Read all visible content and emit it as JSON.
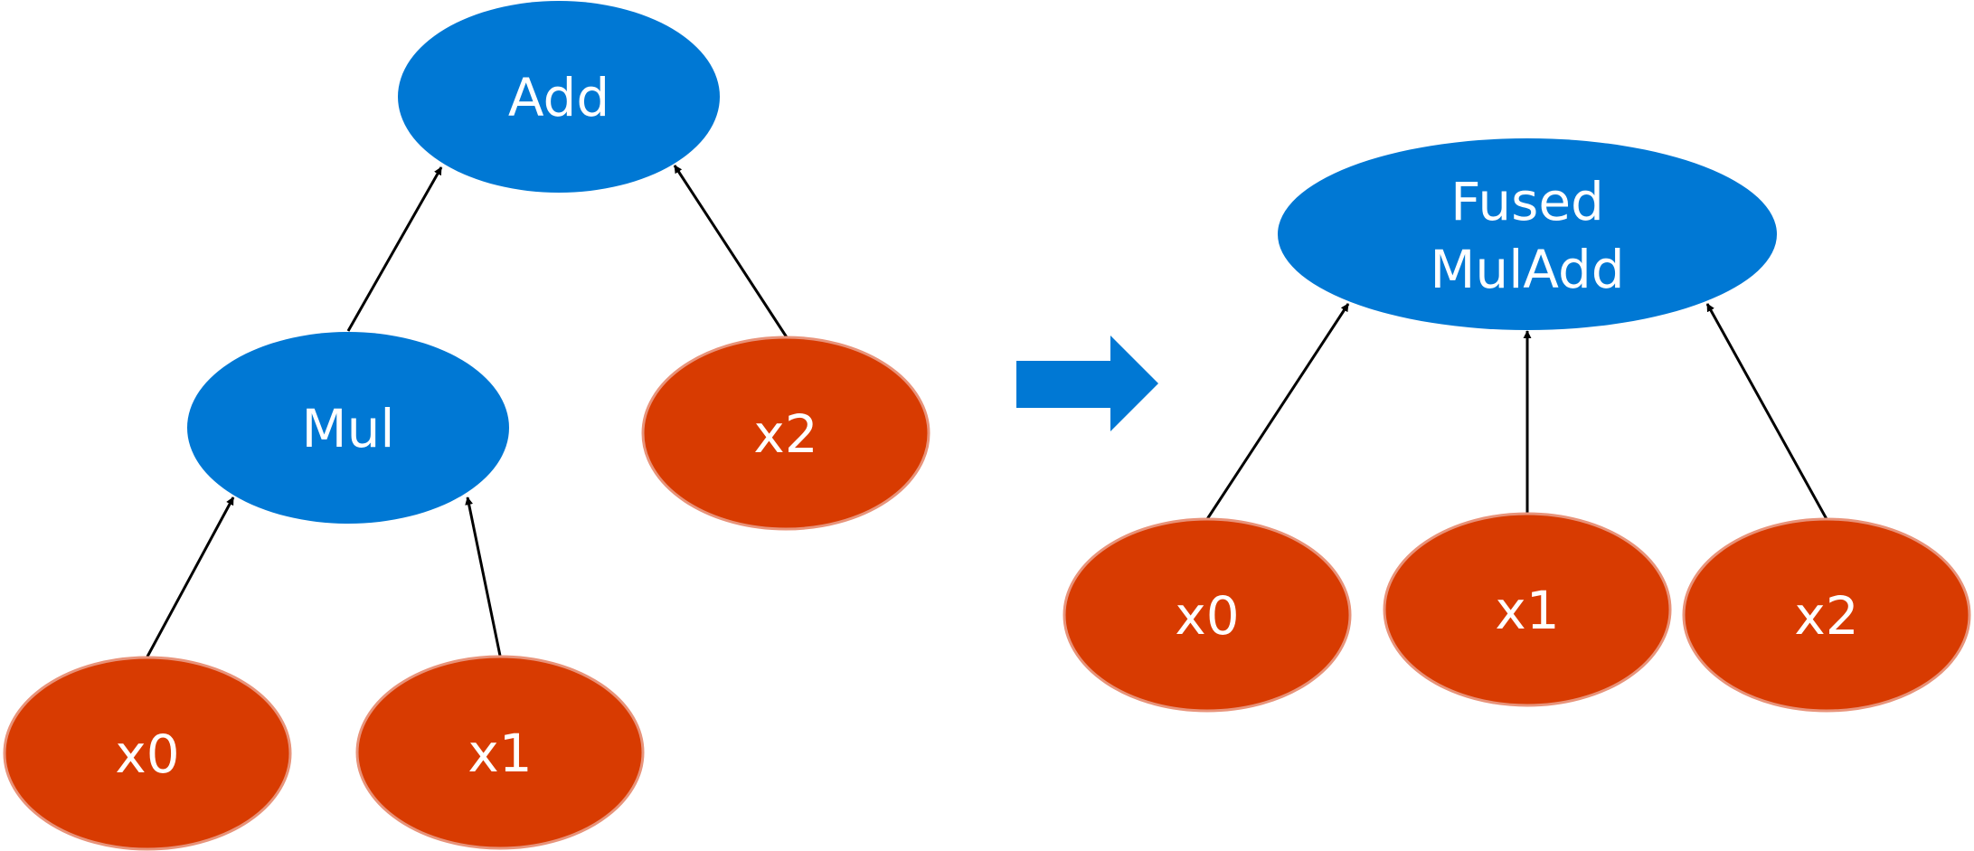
{
  "colors": {
    "op_fill": "#0078D4",
    "input_fill": "#D83B01",
    "input_stroke": "#E8937A",
    "edge": "#000000",
    "arrow": "#0078D4",
    "label": "#FFFFFF"
  },
  "before": {
    "add": {
      "label": "Add"
    },
    "mul": {
      "label": "Mul"
    },
    "x0": {
      "label": "x0"
    },
    "x1": {
      "label": "x1"
    },
    "x2": {
      "label": "x2"
    }
  },
  "after": {
    "fused": {
      "label_line1": "Fused",
      "label_line2": "MulAdd"
    },
    "x0": {
      "label": "x0"
    },
    "x1": {
      "label": "x1"
    },
    "x2": {
      "label": "x2"
    }
  }
}
